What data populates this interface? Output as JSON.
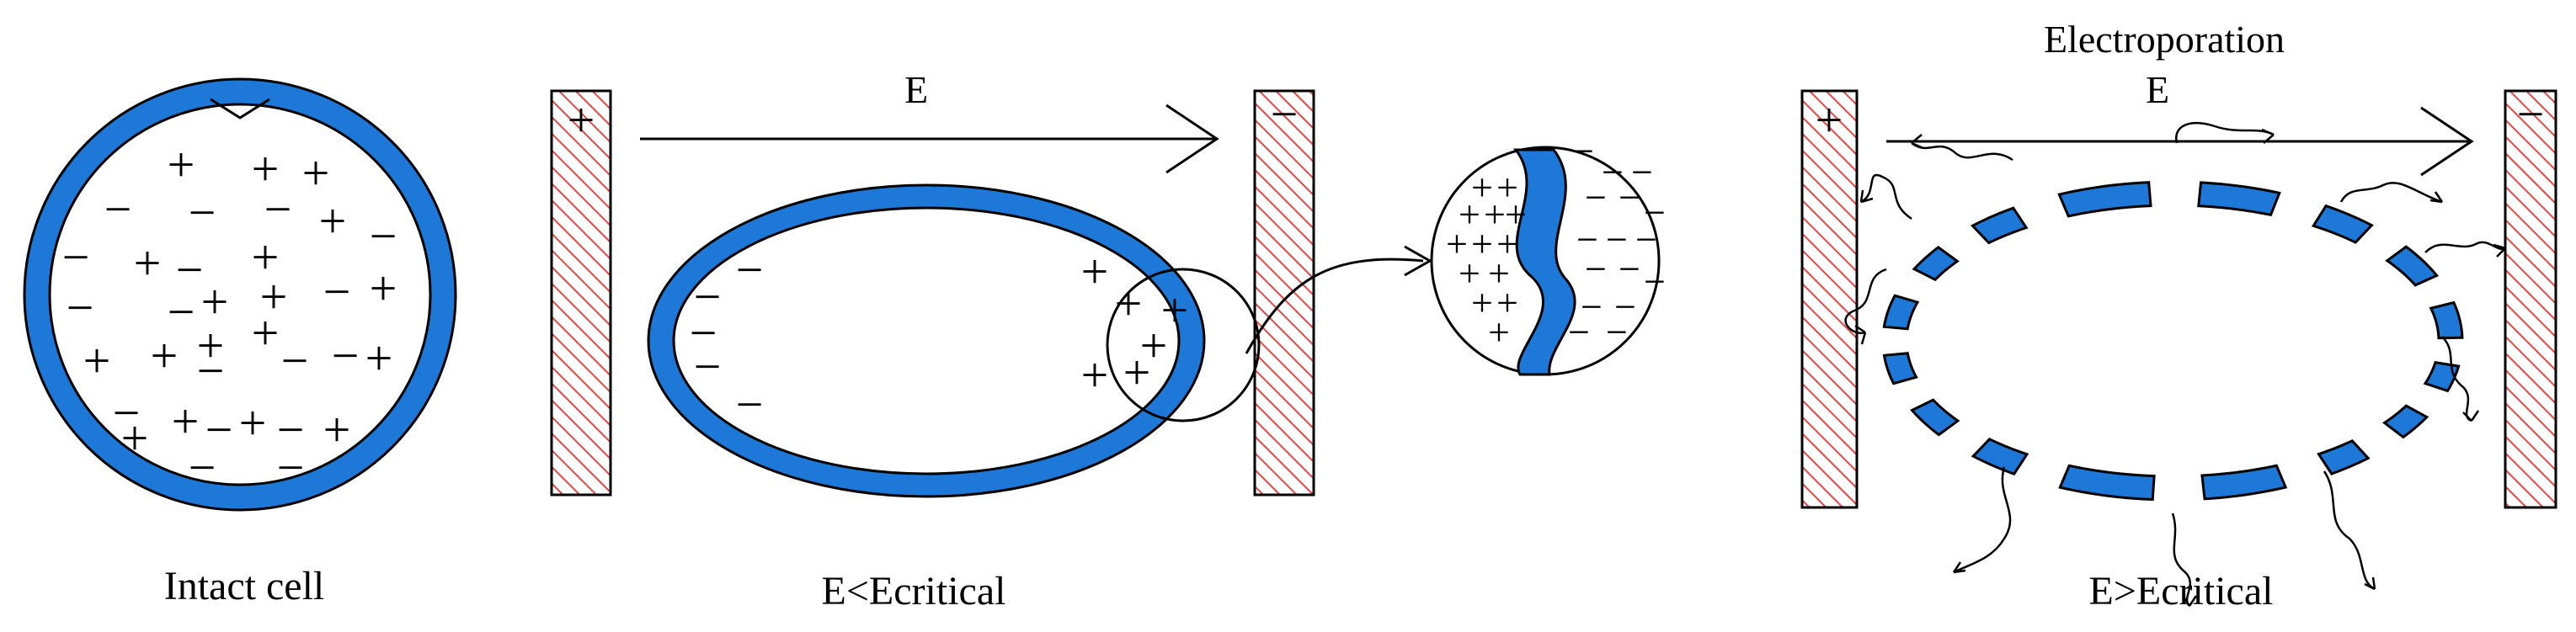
{
  "colors": {
    "membrane": "#1e78d7",
    "electrode_hatch": "#e84646",
    "stroke": "#000000",
    "background": "#ffffff"
  },
  "panel_intact": {
    "caption": "Intact cell",
    "sign_plus": "+",
    "sign_minus": "−"
  },
  "panel_subcritical": {
    "caption": "E<Ecritical",
    "field_label": "E",
    "anode_sign": "+",
    "cathode_sign": "−",
    "sign_plus": "+",
    "sign_minus": "−"
  },
  "panel_electroporation": {
    "title": "Electroporation",
    "field_label": "E",
    "caption": "E>Ecritical",
    "anode_sign": "+",
    "cathode_sign": "−"
  }
}
